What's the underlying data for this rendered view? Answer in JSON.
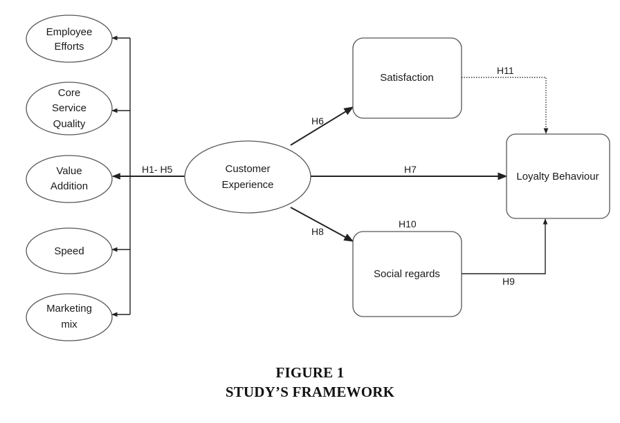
{
  "nodes": {
    "employee_efforts": [
      "Employee",
      "Efforts"
    ],
    "core_service_quality": [
      "Core",
      "Service",
      "Quality"
    ],
    "value_addition": [
      "Value",
      "Addition"
    ],
    "speed": [
      "Speed"
    ],
    "marketing_mix": [
      "Marketing",
      "mix"
    ],
    "customer_experience": [
      "Customer",
      "Experience"
    ],
    "satisfaction": [
      "Satisfaction"
    ],
    "social_regards": [
      "Social regards"
    ],
    "loyalty_behaviour": [
      "Loyalty Behaviour"
    ]
  },
  "edges": {
    "h1_h5": "H1- H5",
    "h6": "H6",
    "h7": "H7",
    "h8": "H8",
    "h9": "H9",
    "h10": "H10",
    "h11": "H11"
  },
  "caption": {
    "line1": "FIGURE 1",
    "line2": "STUDY’S FRAMEWORK"
  }
}
